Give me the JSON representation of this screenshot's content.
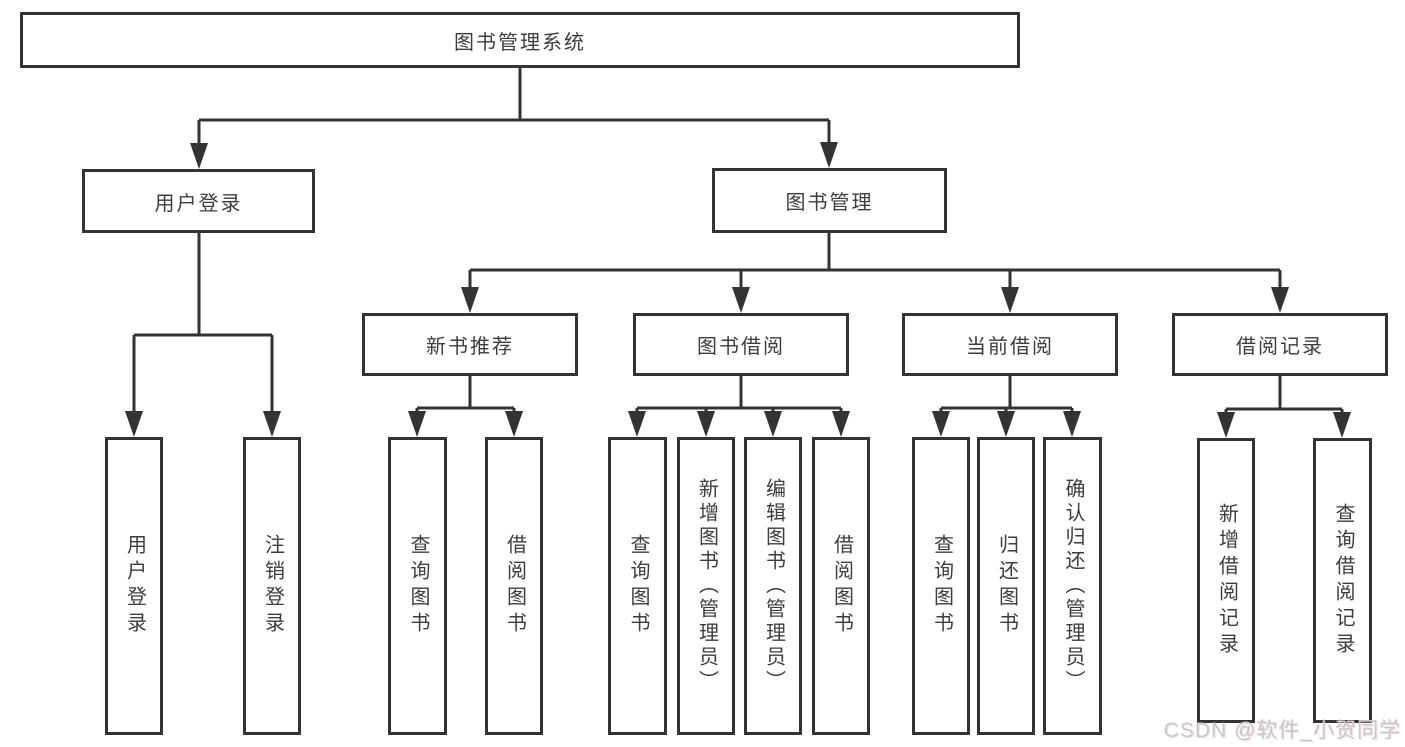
{
  "theme": {
    "bg_color": "#ffffff",
    "box_bg": "#ffffff",
    "line_color": "#333333",
    "text_color": "#3d3d3d",
    "watermark_color": "#c8c9cd"
  },
  "diagram": {
    "root": "图书管理系统",
    "level2": [
      "用户登录",
      "图书管理"
    ],
    "level3": [
      "新书推荐",
      "图书借阅",
      "当前借阅",
      "借阅记录"
    ],
    "leaves": {
      "user": [
        "用户登录",
        "注销登录"
      ],
      "recommend": [
        "查询图书",
        "借阅图书"
      ],
      "borrow": [
        "查询图书",
        "新增图书（管理员）",
        "编辑图书（管理员）",
        "借阅图书"
      ],
      "current": [
        "查询图书",
        "归还图书",
        "确认归还（管理员）"
      ],
      "records": [
        "新增借阅记录",
        "查询借阅记录"
      ]
    },
    "watermark": "CSDN @软件_小贺同学"
  }
}
